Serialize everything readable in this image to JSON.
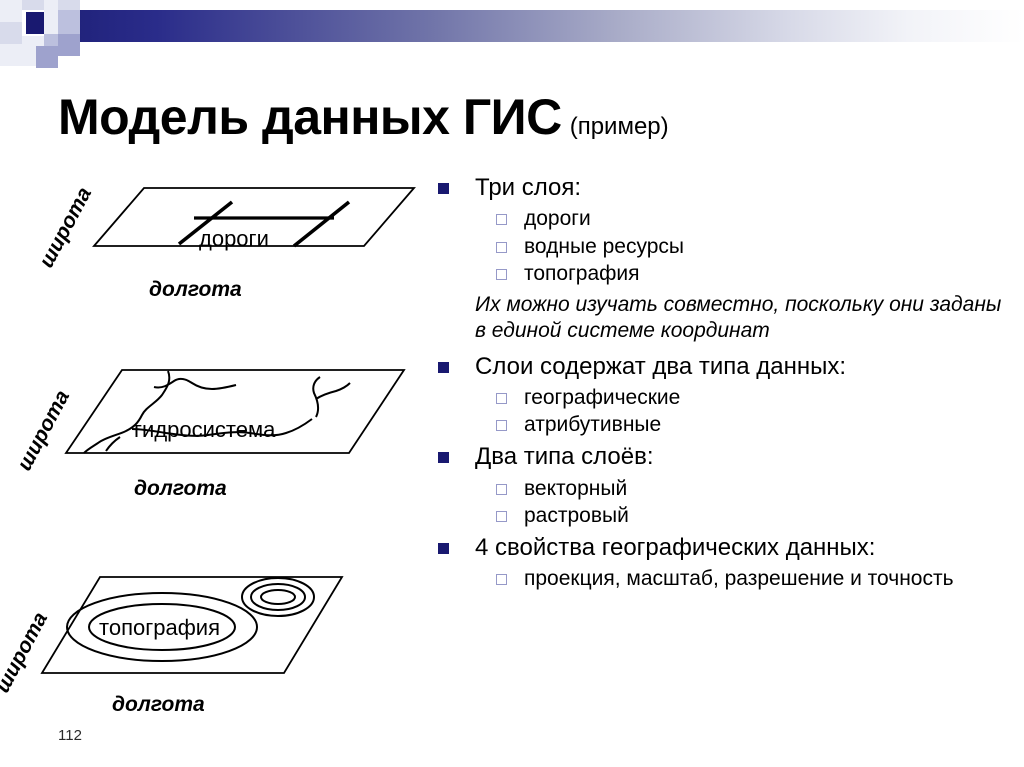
{
  "header": {
    "decoration": "checkered-gradient-bar",
    "accent_navy": "#191970",
    "accent_light": "#9ea2cd"
  },
  "title": {
    "main": "Модель данных ГИС",
    "suffix": "(пример)"
  },
  "page_number": "112",
  "diagrams": [
    {
      "id": "roads",
      "layer_label": "дороги",
      "y_axis_label": "широта",
      "x_axis_label": "долгота"
    },
    {
      "id": "hydro",
      "layer_label": "гидросистема",
      "y_axis_label": "широта",
      "x_axis_label": "долгота"
    },
    {
      "id": "topo",
      "layer_label": "топография",
      "y_axis_label": "широта",
      "x_axis_label": "долгота"
    }
  ],
  "bullets": {
    "group1": {
      "heading": "Три слоя:",
      "items": [
        "дороги",
        "водные ресурсы",
        "топография"
      ],
      "note": "Их можно изучать совместно, поскольку они заданы в единой системе координат"
    },
    "group2": {
      "heading": "Слои содержат два типа данных:",
      "items": [
        "географические",
        "атрибутивные"
      ]
    },
    "group3": {
      "heading": "Два типа слоёв:",
      "items": [
        "векторный",
        "растровый"
      ]
    },
    "group4": {
      "heading": "4 свойства географических данных:",
      "items": [
        "проекция, масштаб, разрешение и точность"
      ]
    }
  }
}
